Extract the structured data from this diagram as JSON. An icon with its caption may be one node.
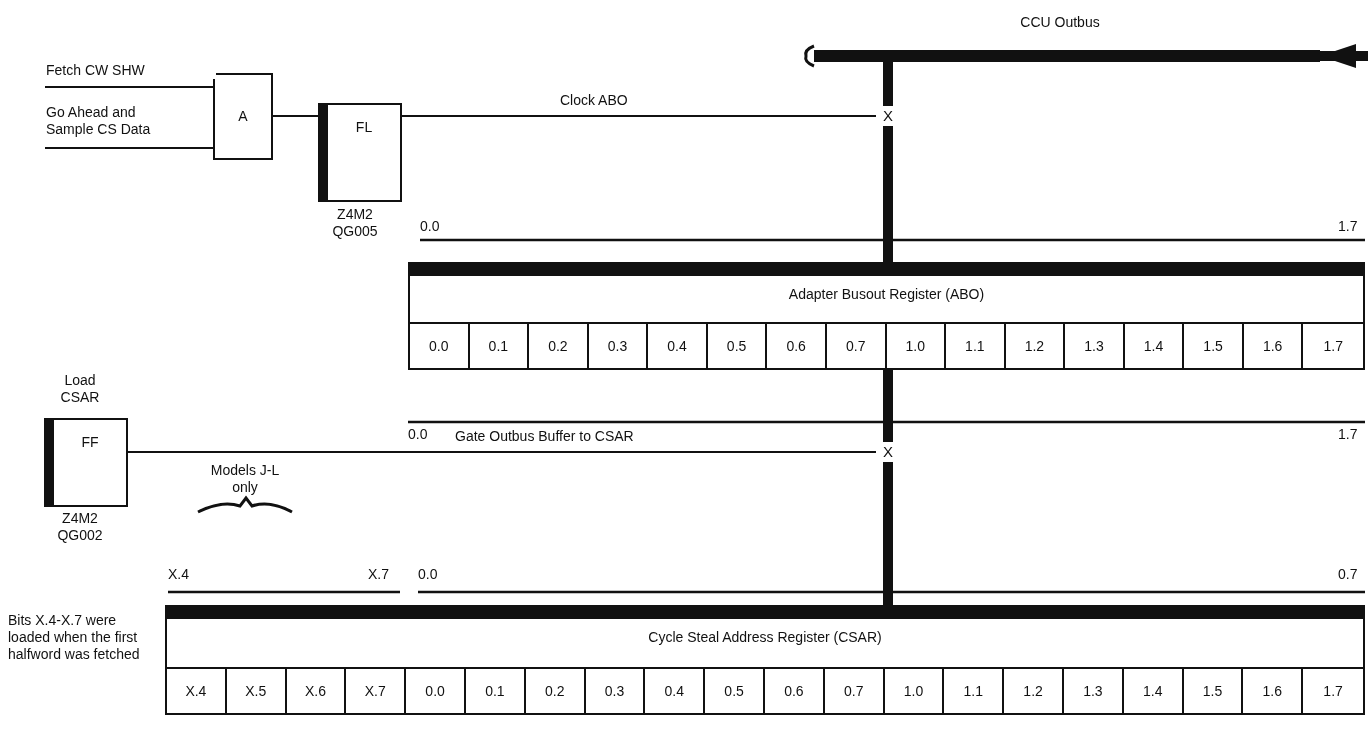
{
  "diagram": {
    "nodes": [
      {
        "text": [
          "CCU Outbus"
        ]
      },
      {
        "text": [
          "A"
        ]
      },
      {
        "text": [
          "FL"
        ],
        "beside": [
          "Z4M2 QG005"
        ]
      },
      {
        "text": [
          "X"
        ]
      },
      {
        "text": [
          "Adapter Busout Register (ABO)"
        ]
      },
      {
        "text": [
          "0.0"
        ],
        "in": 4
      },
      {
        "text": [
          "0.1"
        ],
        "in": 4
      },
      {
        "text": [
          "0.2"
        ],
        "in": 4
      },
      {
        "text": [
          "0.3"
        ],
        "in": 4
      },
      {
        "text": [
          "0.4"
        ],
        "in": 4
      },
      {
        "text": [
          "0.5"
        ],
        "in": 4
      },
      {
        "text": [
          "0.6"
        ],
        "in": 4
      },
      {
        "text": [
          "0.7"
        ],
        "in": 4
      },
      {
        "text": [
          "1.0"
        ],
        "in": 4
      },
      {
        "text": [
          "1.1"
        ],
        "in": 4
      },
      {
        "text": [
          "1.2"
        ],
        "in": 4
      },
      {
        "text": [
          "1.3"
        ],
        "in": 4
      },
      {
        "text": [
          "1.4"
        ],
        "in": 4
      },
      {
        "text": [
          "1.5"
        ],
        "in": 4
      },
      {
        "text": [
          "1.6"
        ],
        "in": 4
      },
      {
        "text": [
          "1.7"
        ],
        "in": 4
      },
      {
        "text": [
          "FF"
        ],
        "beside": [
          "Load CSAR",
          "Z4M2 QG002"
        ]
      },
      {
        "text": [
          "X"
        ]
      },
      {
        "text": [
          "Cycle Steal Address Register (CSAR)"
        ]
      },
      {
        "text": [
          "X.4"
        ],
        "in": 23
      },
      {
        "text": [
          "X.5"
        ],
        "in": 23
      },
      {
        "text": [
          "X.6"
        ],
        "in": 23
      },
      {
        "text": [
          "X.7"
        ],
        "in": 23
      },
      {
        "text": [
          "0.0"
        ],
        "in": 23
      },
      {
        "text": [
          "0.1"
        ],
        "in": 23
      },
      {
        "text": [
          "0.2"
        ],
        "in": 23
      },
      {
        "text": [
          "0.3"
        ],
        "in": 23
      },
      {
        "text": [
          "0.4"
        ],
        "in": 23
      },
      {
        "text": [
          "0.5"
        ],
        "in": 23
      },
      {
        "text": [
          "0.6"
        ],
        "in": 23
      },
      {
        "text": [
          "0.7"
        ],
        "in": 23
      },
      {
        "text": [
          "1.0"
        ],
        "in": 23
      },
      {
        "text": [
          "1.1"
        ],
        "in": 23
      },
      {
        "text": [
          "1.2"
        ],
        "in": 23
      },
      {
        "text": [
          "1.3"
        ],
        "in": 23
      },
      {
        "text": [
          "1.4"
        ],
        "in": 23
      },
      {
        "text": [
          "1.5"
        ],
        "in": 23
      },
      {
        "text": [
          "1.6"
        ],
        "in": 23
      },
      {
        "text": [
          "1.7"
        ],
        "in": 23
      }
    ],
    "edges": [
      {
        "from": null,
        "to": 1,
        "arrow": "none",
        "label": "Fetch CW SHW"
      },
      {
        "from": null,
        "to": 1,
        "arrow": "none",
        "label": "Go Ahead and Sample CS Data"
      },
      {
        "from": 1,
        "to": 2,
        "arrow": "none"
      },
      {
        "from": 2,
        "to": 3,
        "arrow": "none",
        "label": "Clock ABO"
      },
      {
        "from": null,
        "to": 0,
        "arrow": "to",
        "style": "thick"
      },
      {
        "from": 0,
        "to": 3,
        "arrow": "none",
        "style": "thick"
      },
      {
        "from": 3,
        "to": 4,
        "arrow": "none",
        "style": "thick"
      },
      {
        "from": 4,
        "to": 22,
        "arrow": "none",
        "style": "thick"
      },
      {
        "from": 21,
        "to": 22,
        "arrow": "none",
        "label": "Gate Outbus Buffer to CSAR"
      },
      {
        "from": 22,
        "to": 23,
        "arrow": "none",
        "style": "thick"
      }
    ],
    "labels": [
      "0.0",
      "1.7",
      "0.0",
      "1.7",
      "Models J-L only",
      "X.4",
      "X.7",
      "0.0",
      "0.7",
      "Bits X.4-X.7 were loaded when the first halfword was fetched"
    ]
  }
}
